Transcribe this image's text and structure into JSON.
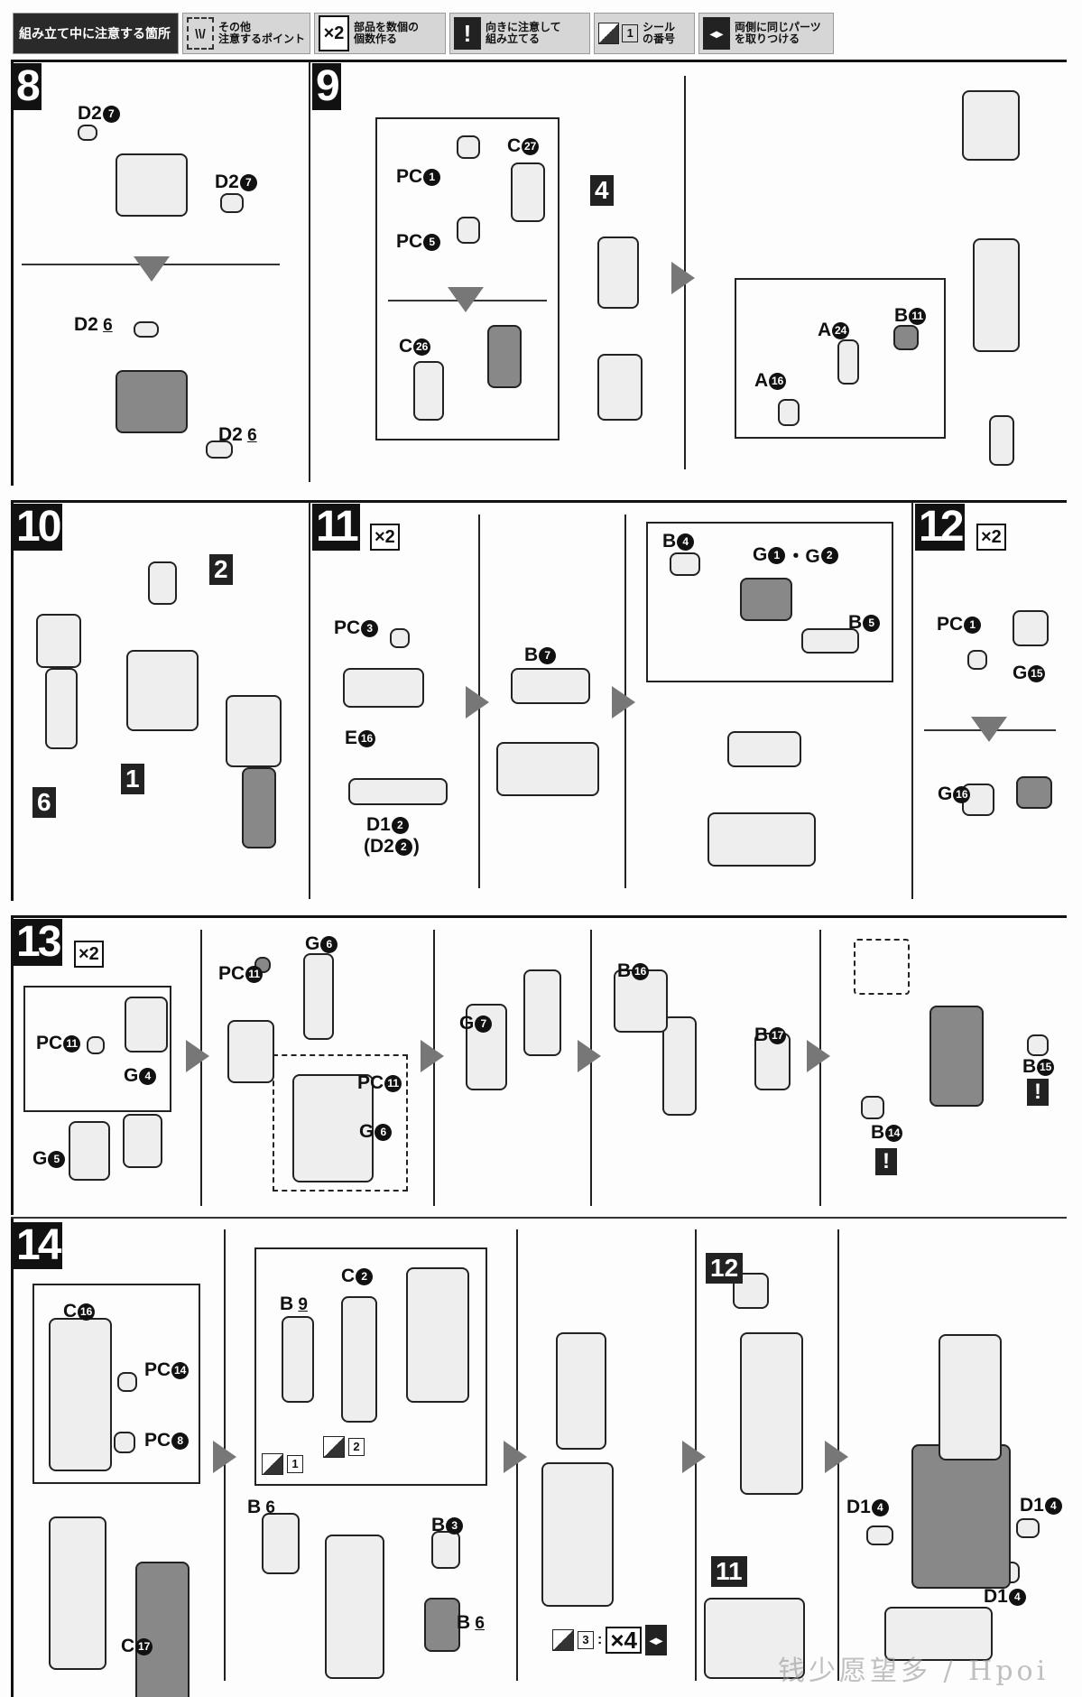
{
  "legend": {
    "title": "組み立て中に注意する箇所",
    "items": [
      {
        "icon": "dashed-point-icon",
        "glyph": "\\\\/",
        "text1": "その他",
        "text2": "注意するポイント"
      },
      {
        "icon": "times-two-icon",
        "glyph": "×2",
        "text1": "部品を数個の",
        "text2": "個数作る"
      },
      {
        "icon": "exclamation-icon",
        "glyph": "!",
        "text1": "向きに注意して",
        "text2": "組み立てる"
      },
      {
        "icon": "sticker-icon",
        "glyph": "1",
        "text1": "シール",
        "text2": "の番号"
      },
      {
        "icon": "mirror-parts-icon",
        "glyph": "◂▸",
        "text1": "両側に同じパーツ",
        "text2": "を取りつける"
      }
    ]
  },
  "steps": {
    "s8": {
      "num": "8",
      "labels": [
        {
          "p": "D2",
          "n": "7"
        },
        {
          "p": "D2",
          "n": "7"
        },
        {
          "p": "D2",
          "n": "6",
          "u": true
        },
        {
          "p": "D2",
          "n": "6",
          "u": true
        }
      ]
    },
    "s9": {
      "num": "9",
      "ref": "4",
      "labels": [
        {
          "p": "PC",
          "n": "1"
        },
        {
          "p": "C",
          "n": "27"
        },
        {
          "p": "PC",
          "n": "5"
        },
        {
          "p": "C",
          "n": "26"
        },
        {
          "p": "A",
          "n": "24"
        },
        {
          "p": "B",
          "n": "11"
        },
        {
          "p": "A",
          "n": "16"
        }
      ]
    },
    "s10": {
      "num": "10",
      "refs": [
        "2",
        "1",
        "6"
      ]
    },
    "s11": {
      "num": "11",
      "mult": "×2",
      "labels": [
        {
          "p": "PC",
          "n": "3"
        },
        {
          "p": "E",
          "n": "16"
        },
        {
          "p": "D1",
          "n": "2"
        },
        {
          "p": "(D2",
          "n": "2",
          "after": ")"
        },
        {
          "p": "B",
          "n": "7"
        },
        {
          "p": "B",
          "n": "4"
        },
        {
          "p": "G",
          "n": "1",
          "after": "・G",
          "n2": "2"
        },
        {
          "p": "B",
          "n": "5"
        }
      ]
    },
    "s12": {
      "num": "12",
      "mult": "×2",
      "labels": [
        {
          "p": "PC",
          "n": "1"
        },
        {
          "p": "G",
          "n": "15"
        },
        {
          "p": "G",
          "n": "16"
        }
      ]
    },
    "s13": {
      "num": "13",
      "mult": "×2",
      "caution": "!",
      "labels": [
        {
          "p": "PC",
          "n": "11"
        },
        {
          "p": "G",
          "n": "4"
        },
        {
          "p": "G",
          "n": "5"
        },
        {
          "p": "PC",
          "n": "11"
        },
        {
          "p": "G",
          "n": "6"
        },
        {
          "p": "PC",
          "n": "11"
        },
        {
          "p": "G",
          "n": "6"
        },
        {
          "p": "G",
          "n": "7"
        },
        {
          "p": "B",
          "n": "16"
        },
        {
          "p": "B",
          "n": "17"
        },
        {
          "p": "B",
          "n": "14"
        },
        {
          "p": "B",
          "n": "15"
        }
      ]
    },
    "s14": {
      "num": "14",
      "refs": [
        "12",
        "11"
      ],
      "stickers": [
        "1",
        "2",
        "3"
      ],
      "sticker_mult": "×4",
      "labels": [
        {
          "p": "C",
          "n": "16"
        },
        {
          "p": "PC",
          "n": "14"
        },
        {
          "p": "PC",
          "n": "8"
        },
        {
          "p": "C",
          "n": "17"
        },
        {
          "p": "B",
          "n": "9",
          "u": true
        },
        {
          "p": "C",
          "n": "2"
        },
        {
          "p": "B",
          "n": "6",
          "u": true
        },
        {
          "p": "B",
          "n": "3"
        },
        {
          "p": "B",
          "n": "6",
          "u": true
        },
        {
          "p": "D1",
          "n": "4"
        },
        {
          "p": "D1",
          "n": "4"
        },
        {
          "p": "D1",
          "n": "4"
        }
      ]
    }
  },
  "watermark": "钱少愿望多 / Hpoi"
}
